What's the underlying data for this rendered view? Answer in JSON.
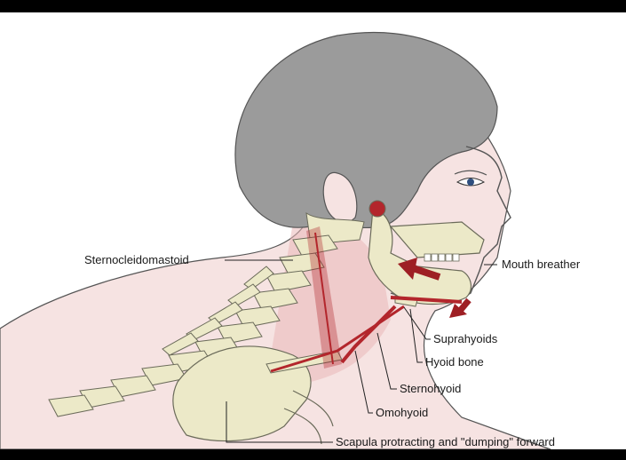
{
  "labels": {
    "sternocleidomastoid": "Sternocleidomastoid",
    "mouth_breather": "Mouth breather",
    "suprahyoids": "Suprahyoids",
    "hyoid_bone": "Hyoid bone",
    "sternohyoid": "Sternohyoid",
    "omohyoid": "Omohyoid",
    "scapula": "Scapula protracting and \"dumping\" forward"
  },
  "colors": {
    "skin": "#f6e3e2",
    "skin_shade": "#e9b8b8",
    "hair": "#9b9b9b",
    "bone": "#ece9c8",
    "bone_outline": "#6b6b5a",
    "muscle": "#b3262c",
    "background": "#ffffff",
    "border": "#000000"
  }
}
